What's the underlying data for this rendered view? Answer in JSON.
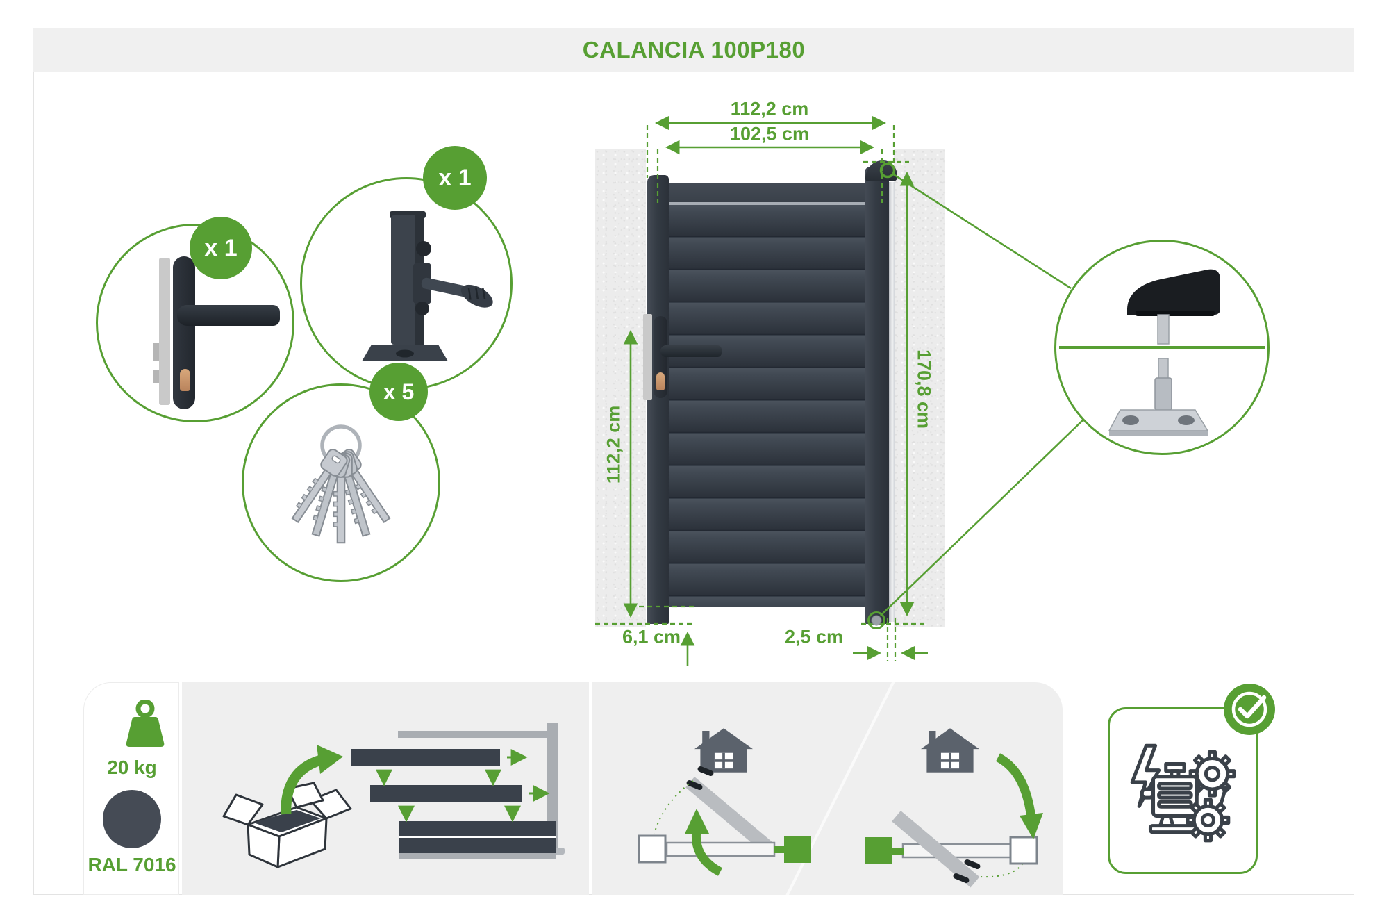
{
  "header": {
    "title": "CALANCIA 100P180"
  },
  "colors": {
    "accent": "#579f33",
    "gate_anthracite": "#3a414b",
    "ral_7016_swatch": "#454b55"
  },
  "included_items": [
    {
      "id": "handle-lock",
      "quantity_label": "x 1"
    },
    {
      "id": "gate-latch",
      "quantity_label": "x 1"
    },
    {
      "id": "keys",
      "quantity_label": "x 5"
    }
  ],
  "dimensions": {
    "overall_width": "112,2 cm",
    "leaf_width": "102,5 cm",
    "overall_height": "170,8 cm",
    "handle_height": "112,2 cm",
    "ground_clearance": "6,1 cm",
    "hinge_gap": "2,5 cm"
  },
  "specs": {
    "weight": "20 kg",
    "color_code": "RAL 7016"
  }
}
